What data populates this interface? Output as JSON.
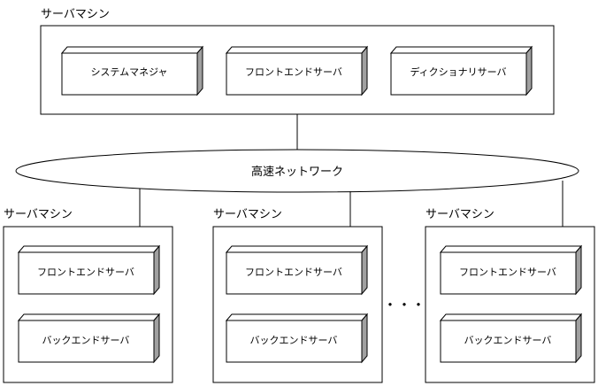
{
  "diagram": {
    "top_machine": {
      "label": "サーバマシン",
      "components": [
        "システムマネジャ",
        "フロントエンドサーバ",
        "ディクショナリサーバ"
      ]
    },
    "network": {
      "label": "高速ネットワーク"
    },
    "lower_machines": [
      {
        "label": "サーバマシン",
        "components": [
          "フロントエンドサーバ",
          "バックエンドサーバ"
        ]
      },
      {
        "label": "サーバマシン",
        "components": [
          "フロントエンドサーバ",
          "バックエンドサーバ"
        ]
      },
      {
        "label": "サーバマシン",
        "components": [
          "フロントエンドサーバ",
          "バックエンドサーバ"
        ]
      }
    ],
    "ellipsis": "・・・"
  },
  "colors": {
    "line": "#000000",
    "box_fill": "#ffffff",
    "shadow": "#a0a0a0"
  }
}
